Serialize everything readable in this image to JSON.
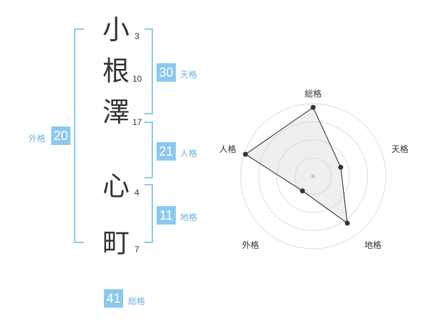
{
  "name": {
    "chars": [
      {
        "char": "小",
        "strokes": "3"
      },
      {
        "char": "根",
        "strokes": "10"
      },
      {
        "char": "澤",
        "strokes": "17"
      },
      {
        "char": "心",
        "strokes": "4"
      },
      {
        "char": "町",
        "strokes": "7"
      }
    ]
  },
  "fortunes": {
    "tenkaku": {
      "value": "30",
      "label": "天格"
    },
    "jinkaku": {
      "value": "21",
      "label": "人格"
    },
    "chikaku": {
      "value": "11",
      "label": "地格"
    },
    "gaikaku": {
      "value": "20",
      "label": "外格"
    },
    "soukaku": {
      "value": "41",
      "label": "総格"
    }
  },
  "colors": {
    "accent": "#8cc8ee",
    "accent_text": "#6ab4e4",
    "text": "#333333"
  },
  "chart_data": {
    "type": "radar",
    "axes": [
      "総格",
      "天格",
      "地格",
      "外格",
      "人格"
    ],
    "values": [
      0.95,
      0.4,
      0.8,
      0.25,
      0.98
    ],
    "range": [
      0,
      1
    ],
    "rings": 4
  }
}
